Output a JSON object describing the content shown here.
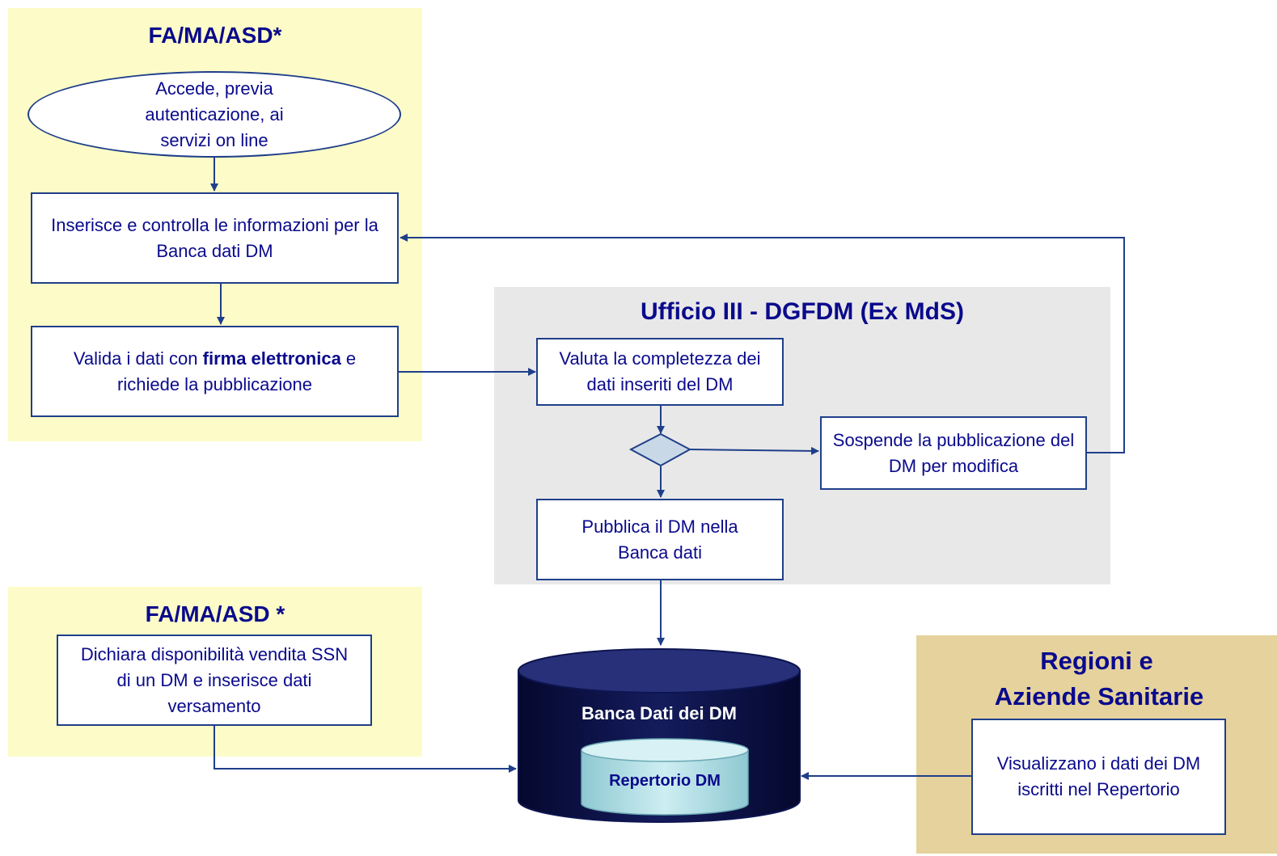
{
  "colors": {
    "yellow_panel": "#fdfcc8",
    "gray_panel": "#e8e8e8",
    "tan_panel": "#e6d29c",
    "text": "#0a0a8c",
    "border": "#1f3f8a",
    "db_dark": "#0d1550",
    "db_inner": "#b8dfe6"
  },
  "panels": {
    "top_left_title": "FA/MA/ASD*",
    "bottom_left_title": "FA/MA/ASD *",
    "center_title": "Ufficio III - DGFDM (Ex MdS)",
    "right_title_line1": "Regioni e",
    "right_title_line2": "Aziende Sanitarie"
  },
  "nodes": {
    "access": "Accede, previa autenticazione,  ai servizi on line",
    "insert": "Inserisce e controlla le informazioni per la Banca dati DM",
    "validate_pre": "Valida i dati con ",
    "validate_bold": "firma elettronica",
    "validate_post": " e richiede la pubblicazione",
    "evaluate": "Valuta la completezza dei dati inseriti del DM",
    "suspend": "Sospende la pubblicazione del DM per modifica",
    "publish": "Pubblica il DM nella Banca dati",
    "declare": "Dichiara disponibilità vendita SSN di un DM e inserisce dati versamento",
    "view": "Visualizzano i dati dei DM iscritti nel Repertorio"
  },
  "database": {
    "outer_label": "Banca Dati dei DM",
    "inner_label": "Repertorio DM"
  }
}
